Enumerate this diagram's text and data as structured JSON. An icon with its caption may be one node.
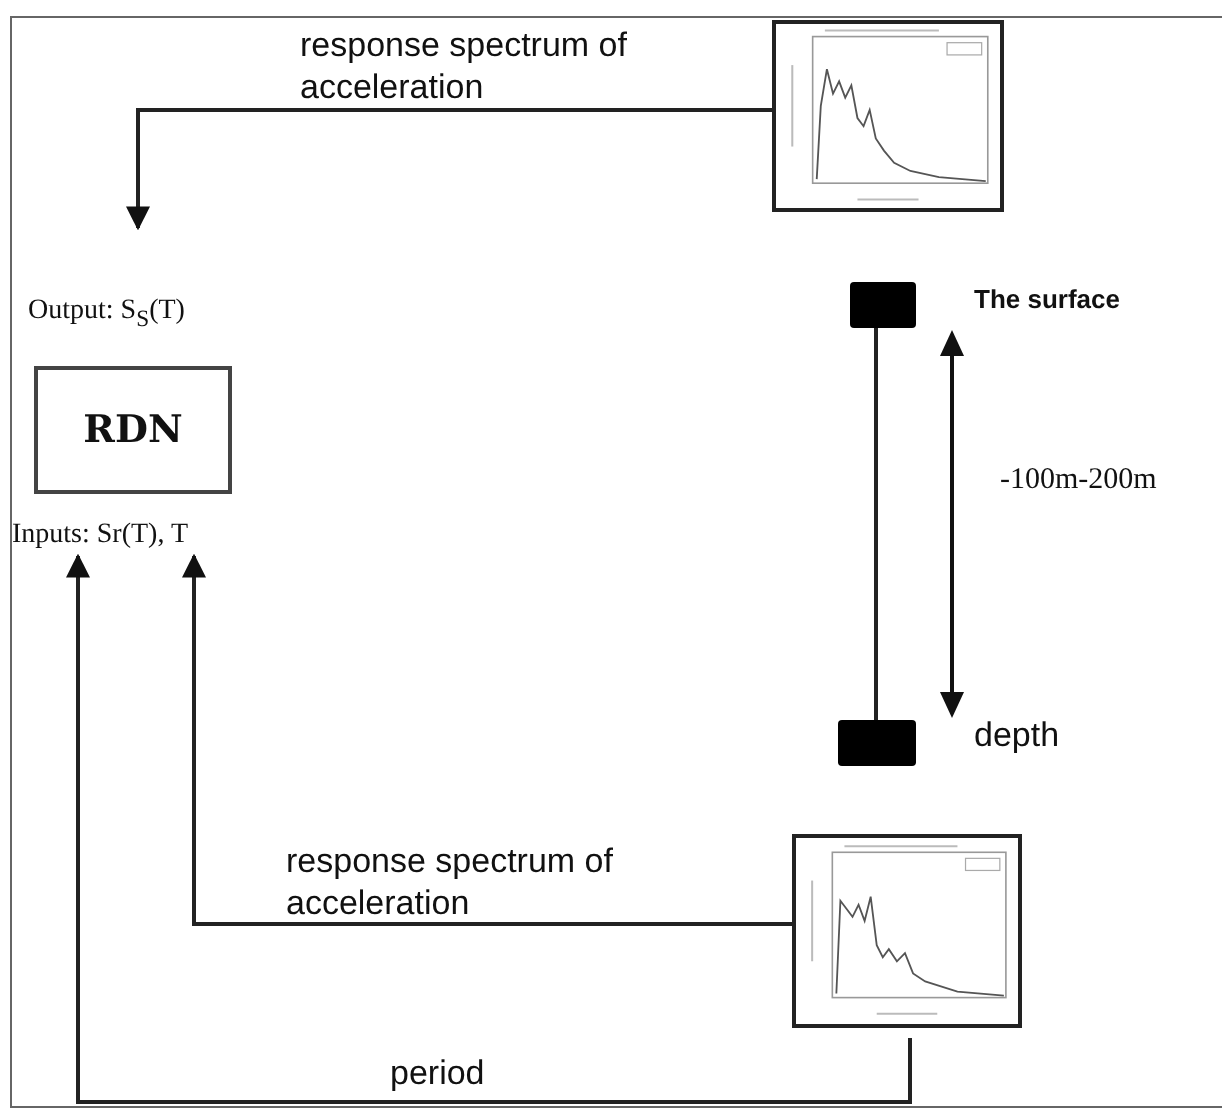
{
  "diagram": {
    "nodes": [
      {
        "text": [],
        "shape": "picture"
      },
      {
        "text": [
          "Output: S$_{S}$(T)"
        ]
      },
      {
        "text": [
          "RDN"
        ]
      },
      {
        "text": [
          "Inputs: Sr(T), T"
        ]
      },
      {
        "text": [],
        "shape": "picture"
      },
      {
        "text": [],
        "shape": "bar",
        "beside": [
          "The surface"
        ]
      },
      {
        "text": [],
        "shape": "bar",
        "beside": [
          "depth"
        ]
      }
    ],
    "edges": [
      {
        "from": 0,
        "to": 1,
        "arrow": "to",
        "label": "response spectrum of acceleration"
      },
      {
        "from": 4,
        "to": 3,
        "arrow": "to",
        "label": "response spectrum of acceleration"
      },
      {
        "from": 4,
        "to": 3,
        "arrow": "to",
        "label": "period"
      },
      {
        "from": 5,
        "to": 6,
        "arrow": "none"
      }
    ],
    "labels": [
      "-100m-200m"
    ]
  }
}
